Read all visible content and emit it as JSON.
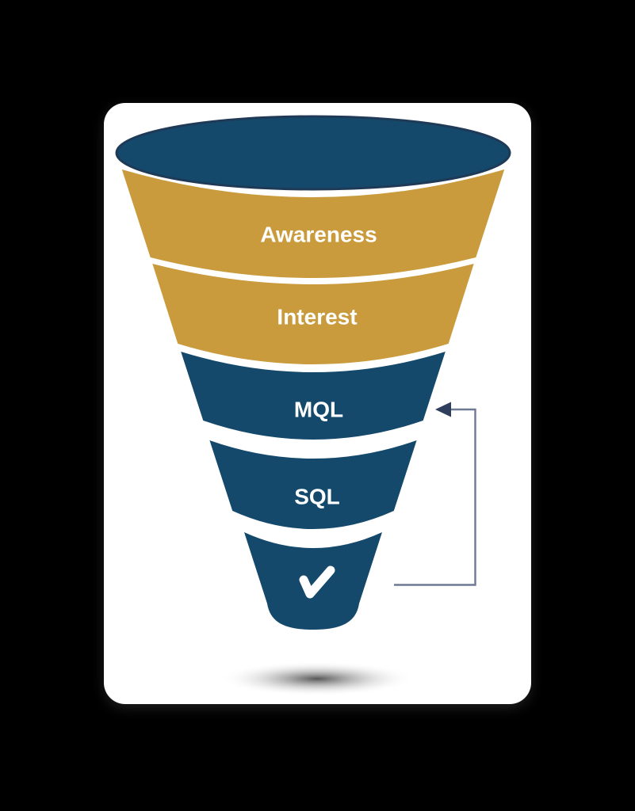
{
  "background_color": "#000000",
  "card": {
    "color": "#ffffff"
  },
  "funnel": {
    "type": "funnel",
    "top_color": "#14496B",
    "top_rim_color": "#1E3A57",
    "label_color": "#FFFFFF",
    "check_color": "#FFFFFF",
    "stages": [
      {
        "id": "awareness",
        "label": "Awareness",
        "color": "#CA9B3D"
      },
      {
        "id": "interest",
        "label": "Interest",
        "color": "#CA9B3D"
      },
      {
        "id": "mql",
        "label": "MQL",
        "color": "#14496B"
      },
      {
        "id": "sql",
        "label": "SQL",
        "color": "#14496B"
      },
      {
        "id": "won",
        "label": "",
        "color": "#14496B",
        "icon": "checkmark-icon"
      }
    ]
  },
  "arrow": {
    "line_color": "#6E7A94",
    "head_color": "#2F3E5C"
  }
}
